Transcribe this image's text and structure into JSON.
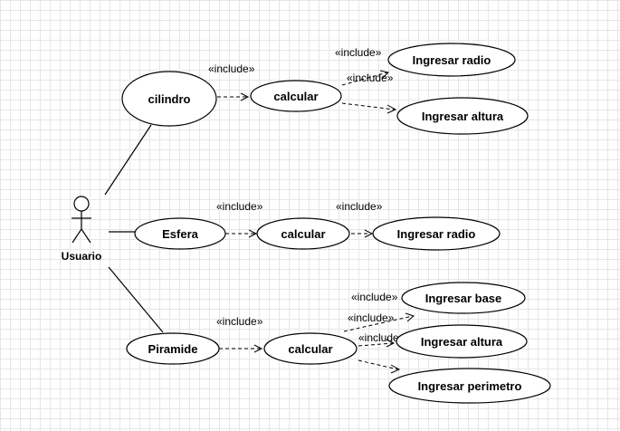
{
  "actor": {
    "name": "Usuario",
    "icon": "stick-figure-icon"
  },
  "stereotype": "«include»",
  "use_cases": {
    "cilindro": "cilindro",
    "calcular_1": "calcular",
    "ingresar_radio_1": "Ingresar radio",
    "ingresar_altura_1": "Ingresar altura",
    "esfera": "Esfera",
    "calcular_2": "calcular",
    "ingresar_radio_2": "Ingresar radio",
    "piramide": "Piramide",
    "calcular_3": "calcular",
    "ingresar_base": "Ingresar base",
    "ingresar_altura_2": "Ingresar altura",
    "ingresar_perimetro": "Ingresar perimetro"
  },
  "colors": {
    "line": "#000000",
    "grid": "#e6e6e6",
    "fill": "#ffffff"
  }
}
